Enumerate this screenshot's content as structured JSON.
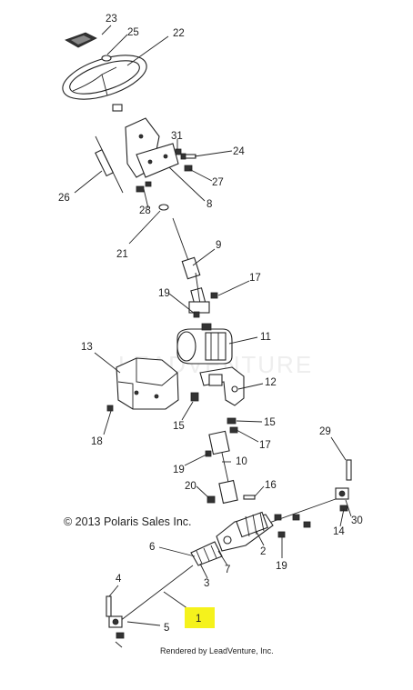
{
  "diagram": {
    "copyright": "© 2013 Polaris Sales Inc.",
    "rendered_by": "Rendered by LeadVenture, Inc.",
    "watermark": "LEADVENTURE",
    "highlight_color": "#f5f21c",
    "callouts": {
      "c1": "1",
      "c2": "2",
      "c3": "3",
      "c4": "4",
      "c5": "5",
      "c6": "6",
      "c7": "7",
      "c8": "8",
      "c9": "9",
      "c10": "10",
      "c11": "11",
      "c12": "12",
      "c13": "13",
      "c14": "14",
      "c15a": "15",
      "c15b": "15",
      "c16": "16",
      "c17a": "17",
      "c17b": "17",
      "c18": "18",
      "c19a": "19",
      "c19b": "19",
      "c19c": "19",
      "c20": "20",
      "c21": "21",
      "c22": "22",
      "c23": "23",
      "c24": "24",
      "c25": "25",
      "c26": "26",
      "c27": "27",
      "c28": "28",
      "c29": "29",
      "c30": "30",
      "c31": "31"
    }
  }
}
